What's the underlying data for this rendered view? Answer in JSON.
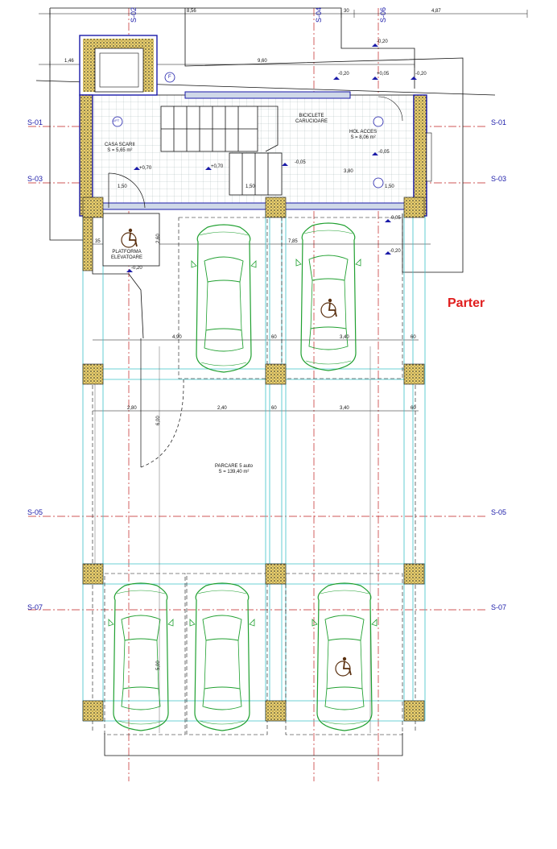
{
  "sheet_title": "Parter",
  "colors": {
    "axis": "#1a1aa8",
    "axis_line": "#c02020",
    "green": "#20a030",
    "cyan": "#3cc0c8",
    "title": "#e01e1e",
    "wall": "#1a1aa8",
    "column": "#e8d070"
  },
  "axes": {
    "left": [
      "S-01",
      "S-03",
      "S-05",
      "S-07"
    ],
    "right": [
      "S-01",
      "S-03",
      "S-05",
      "S-07"
    ],
    "top": [
      "S-02",
      "S-04",
      "S-06"
    ]
  },
  "dimensions": {
    "top": [
      "8,56",
      "30",
      "4,87"
    ],
    "row2": [
      "1,46",
      "9,60"
    ],
    "mid": [
      "35",
      "7,85"
    ],
    "bay1": [
      "4,90",
      "60",
      "3,40",
      "60"
    ],
    "bay2": [
      "2,80",
      "2,40",
      "60",
      "3,40",
      "60"
    ],
    "vertical": [
      "2,60",
      "6,00",
      "5,00"
    ],
    "small": [
      "3,80",
      "1,50",
      "1,50",
      "1,50"
    ]
  },
  "rooms": {
    "stair": {
      "name": "CASA SCARII",
      "area": "S = 5,65 m²"
    },
    "bikes": {
      "name": "BICICLETE",
      "name2": "CARUCIOARE"
    },
    "lobby": {
      "name": "HOL ACCES",
      "area": "S = 8,06 m²"
    },
    "platform": {
      "name": "PLATFORMA",
      "name2": "ELEVATOARE"
    },
    "parking": {
      "name": "PARCARE 5 auto",
      "area": "S = 139,40 m²"
    }
  },
  "levels": {
    "l1": "-0,20",
    "l2": "-0,20",
    "l3": "-0,05",
    "l4": "-0,20",
    "l5": "+0,70",
    "l6": "+0,70",
    "l7": "-0,05",
    "l8": "+0,05",
    "l9": "-0,05",
    "l10": "-0,20",
    "l11": "-0,20"
  },
  "tags": {
    "lift": "LIFT",
    "f": "F"
  },
  "icons": [
    "accessible-icon",
    "car-icon",
    "staircase-icon",
    "structural-column-icon",
    "section-axis-icon"
  ]
}
